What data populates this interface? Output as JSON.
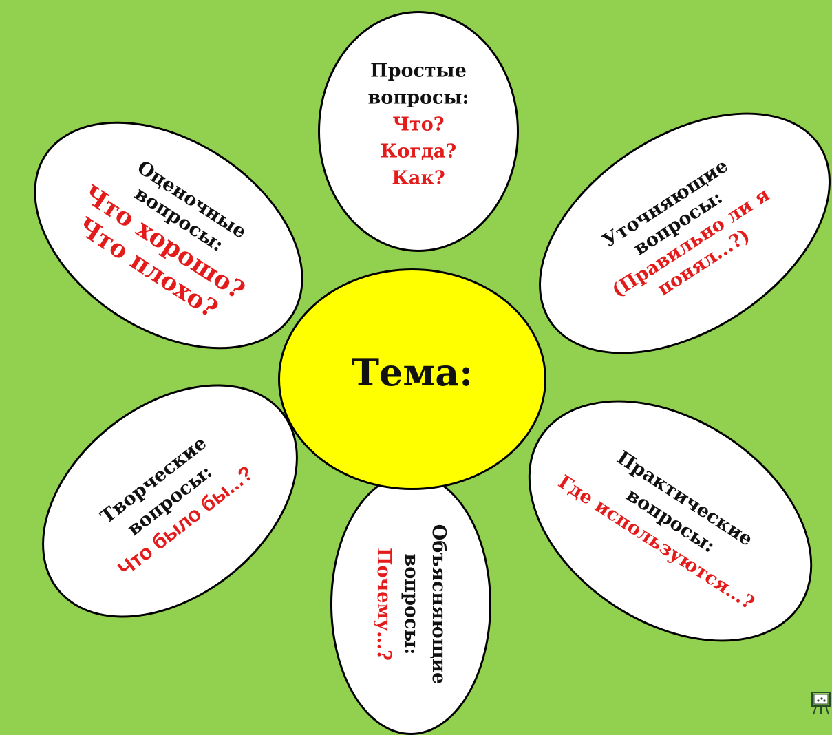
{
  "center": {
    "title": "Тема:",
    "fill": "#ffff00"
  },
  "petals": {
    "simple": {
      "title_line1": "Простые",
      "title_line2": "вопросы:",
      "examples": [
        "Что?",
        "Когда?",
        "Как?"
      ]
    },
    "evaluative": {
      "title_line1": "Оценочные",
      "title_line2": "вопросы:",
      "examples": [
        "Что хорошо?",
        "Что плохо?"
      ]
    },
    "clarifying": {
      "title_line1": "Уточняющие",
      "title_line2": "вопросы:",
      "examples": [
        "(Правильно ли я",
        "понял...?)"
      ]
    },
    "creative": {
      "title_line1": "Творческие",
      "title_line2": "вопросы:",
      "examples": [
        "Что было бы...?"
      ]
    },
    "practical": {
      "title_line1": "Практические",
      "title_line2": "вопросы:",
      "examples": [
        "Где используются…?"
      ]
    },
    "explanatory": {
      "title_line1": "Объясняющие",
      "title_line2": "вопросы:",
      "examples": [
        "Почему…?"
      ]
    }
  },
  "colors": {
    "background": "#92d050",
    "petal": "#ffffff",
    "accent_text": "#e31b1b",
    "title_text": "#111111"
  },
  "icons": {
    "corner": "presentation-board-icon"
  }
}
